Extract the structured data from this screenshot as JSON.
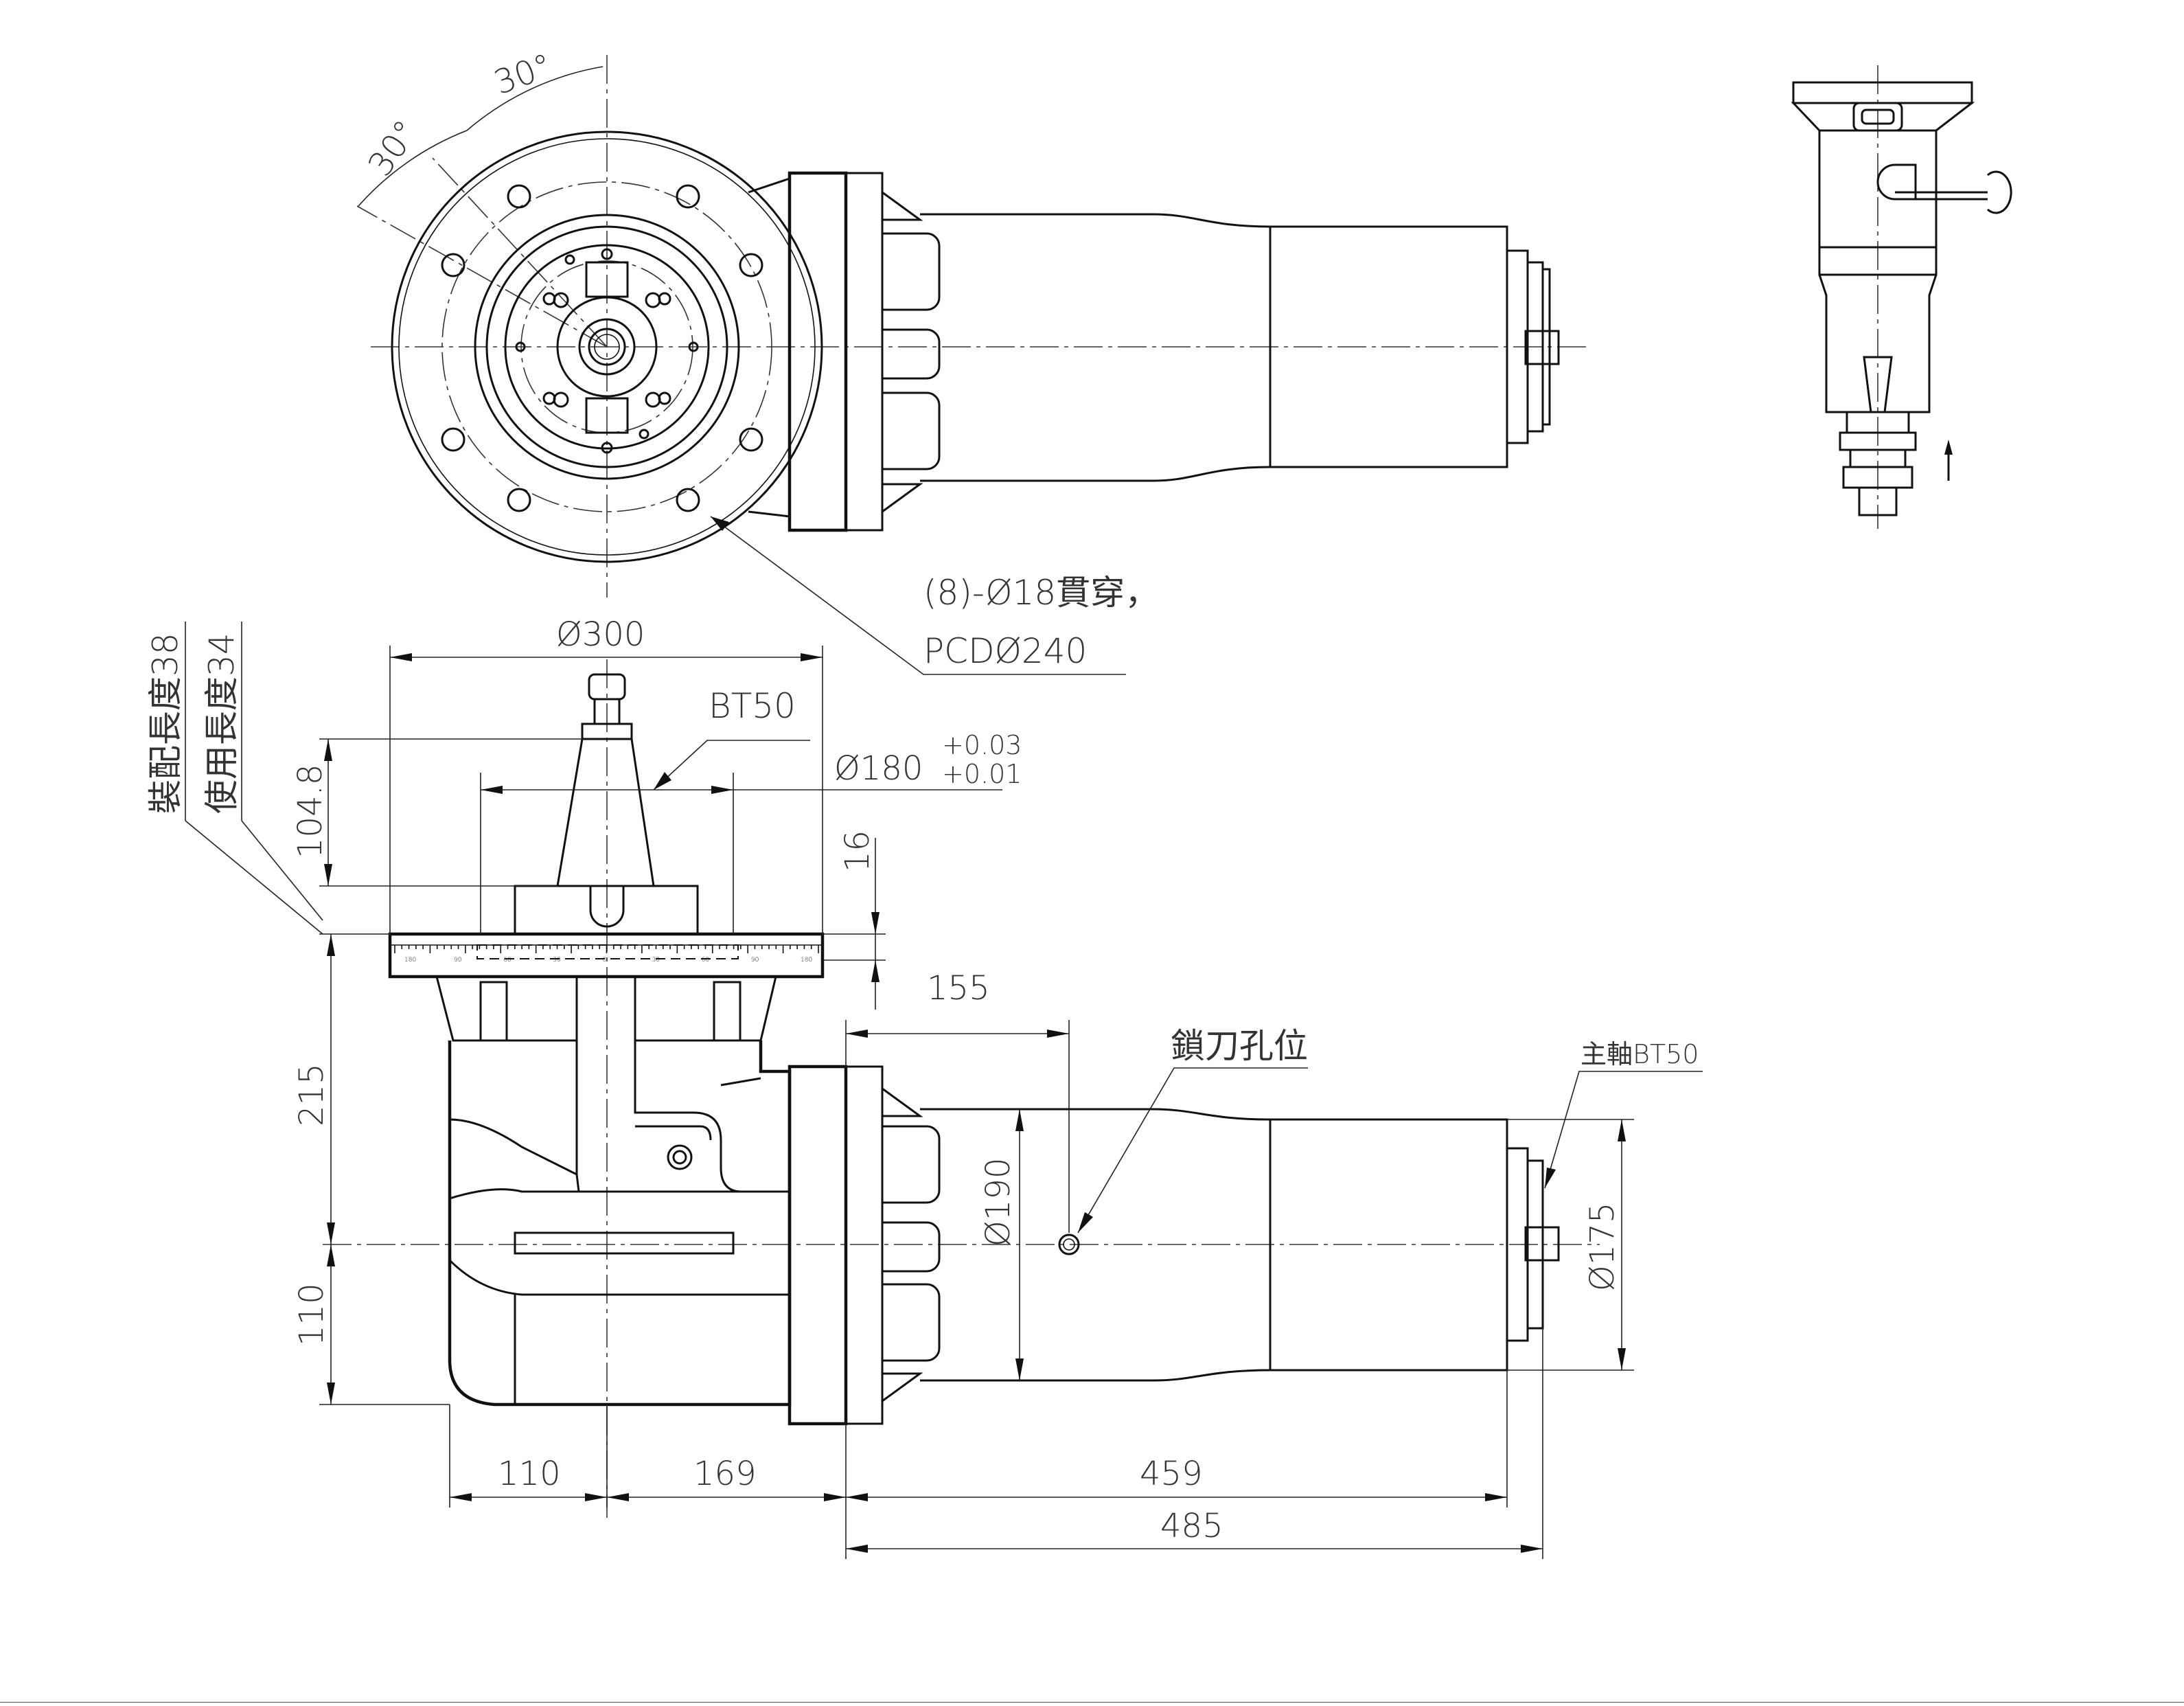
{
  "drawing": {
    "colors": {
      "line": "#111111",
      "dimension_text": "#333333",
      "background": "#ffffff"
    },
    "angles": {
      "a1": "30°",
      "a2": "30°"
    },
    "top_view_notes": {
      "holes": "(8)-Ø18貫穿，",
      "pcd": "PCDØ240"
    },
    "labels": {
      "flange_dia": "Ø300",
      "holder": "BT50",
      "bore_dia": "Ø180",
      "bore_tol_upper": "+0.03",
      "bore_tol_lower": "+0.01",
      "assembly_length": "裝配長度38",
      "usage_length": "使用長度34",
      "holder_height": "104.8",
      "flange_thk": "16",
      "lock_offset": "155",
      "lock_hole": "鎖刀孔位",
      "spindle": "主軸BT50",
      "body_height": "215",
      "axis_height": "110",
      "housing_dia": "Ø190",
      "spindle_dia": "Ø175",
      "len_110": "110",
      "len_169": "169",
      "len_459": "459",
      "len_485": "485"
    },
    "scale_ticks": [
      "180",
      "90",
      "60",
      "30",
      "0",
      "30",
      "60",
      "90",
      "180"
    ]
  }
}
